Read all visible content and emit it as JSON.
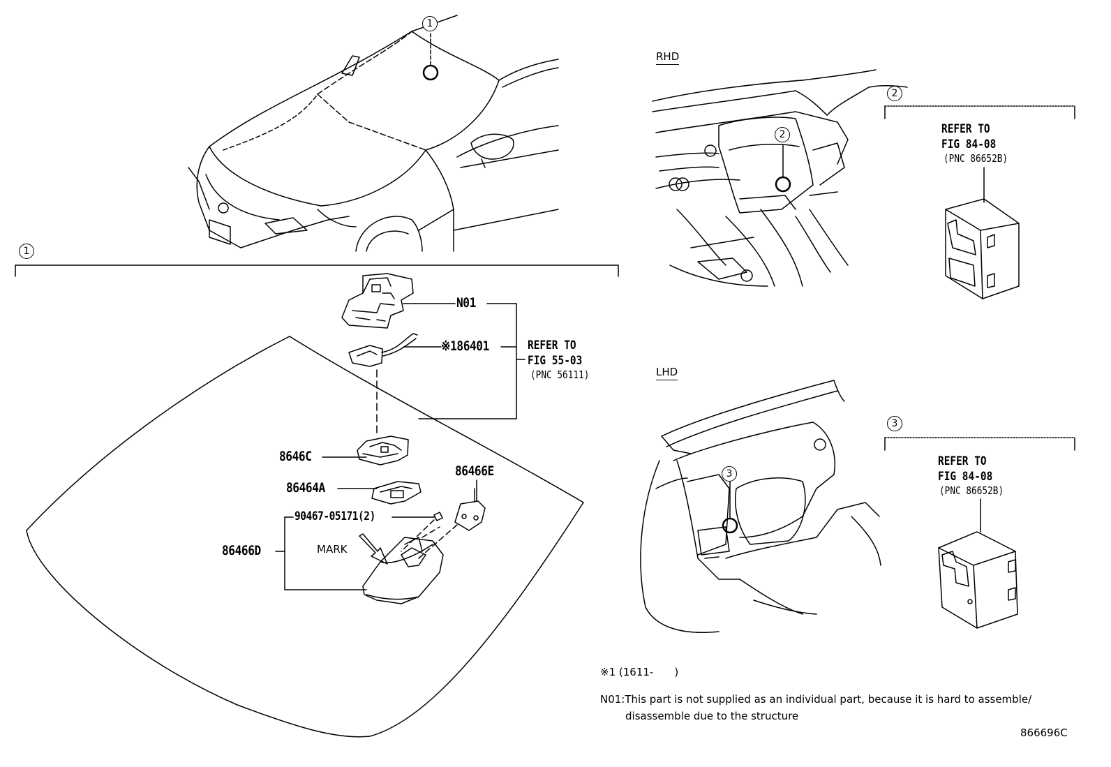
{
  "callouts": {
    "c1_top": "1",
    "c1_bracket": "1",
    "c2_photo": "2",
    "c2_bracket": "2",
    "c3_photo": "3",
    "c3_bracket": "3"
  },
  "headings": {
    "rhd": "RHD",
    "lhd": "LHD"
  },
  "parts": {
    "n01": "N01",
    "p186401": "※186401",
    "p8646c": "8646C",
    "p86464a": "86464A",
    "p86466e": "86466E",
    "p90467": "90467-05171(2)",
    "p86466d": "86466D",
    "mark": "MARK"
  },
  "refs": {
    "r1_line1": "REFER TO",
    "r1_line2": "FIG 55-03",
    "r1_line3": "(PNC 56111)",
    "r2_line1": "REFER TO",
    "r2_line2": "FIG 84-08",
    "r2_line3": "(PNC 86652B)",
    "r3_line1": "REFER TO",
    "r3_line2": "FIG 84-08",
    "r3_line3": "(PNC 86652B)"
  },
  "notes": {
    "footnote": "※1 (1611-　　)",
    "n01_line1": "N01:This part is not supplied as an individual part, because it is hard to assemble/",
    "n01_line2": "disassemble due to the structure"
  },
  "figure_id": "866696C"
}
